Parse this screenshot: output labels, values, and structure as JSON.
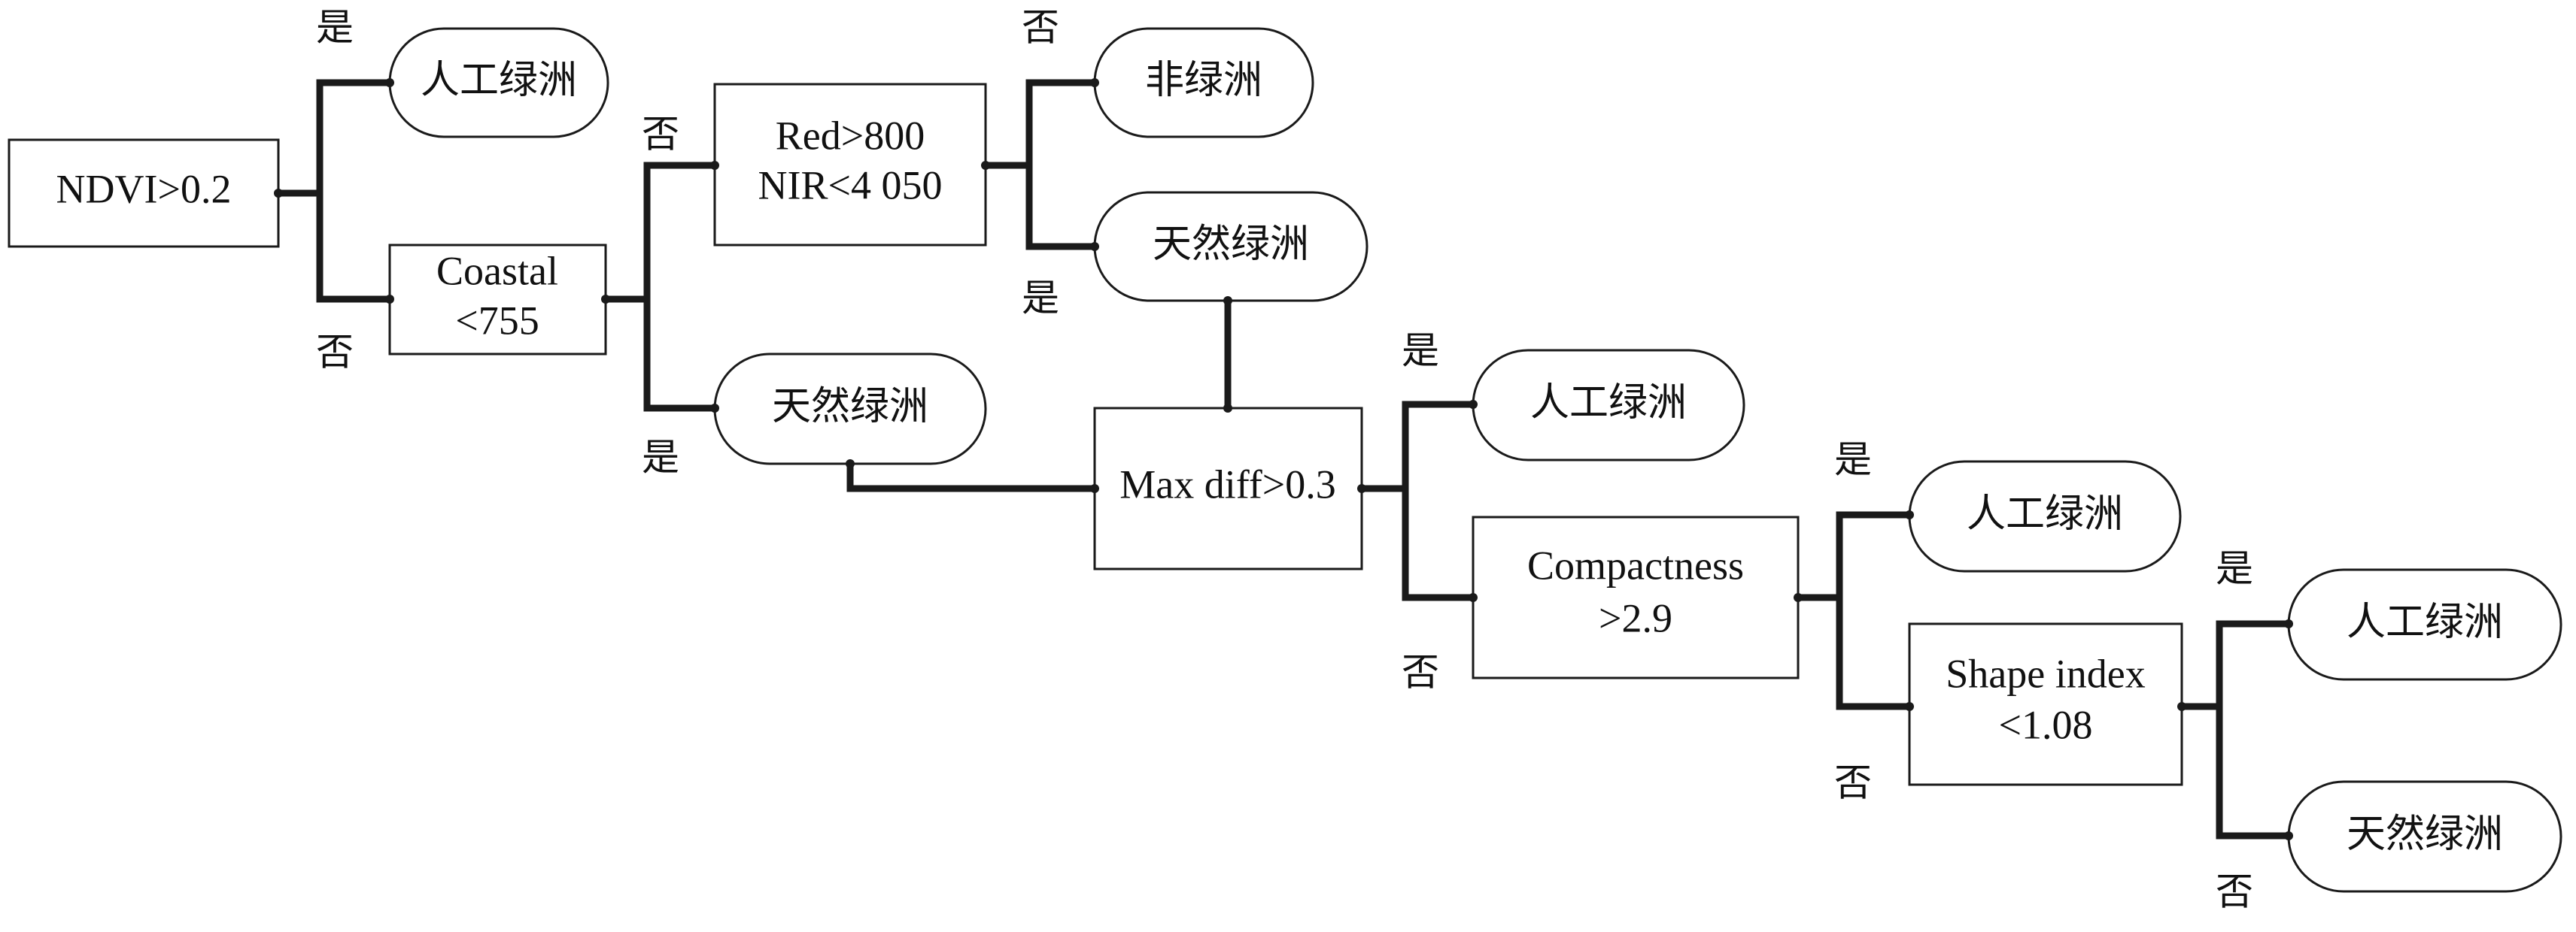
{
  "nodes": {
    "ndvi": {
      "line1": "NDVI>0.2"
    },
    "coastal": {
      "line1": "Coastal",
      "line2": "<755"
    },
    "red_nir": {
      "line1": "Red>800",
      "line2": "NIR<4 050"
    },
    "maxdiff": {
      "line1": "Max diff>0.3"
    },
    "compactness": {
      "line1": "Compactness",
      "line2": ">2.9"
    },
    "shape": {
      "line1": "Shape index",
      "line2": "<1.08"
    }
  },
  "leaves": {
    "artificial_1": "人工绿洲",
    "non_oasis": "非绿洲",
    "natural_1": "天然绿洲",
    "natural_2": "天然绿洲",
    "artificial_2": "人工绿洲",
    "artificial_3": "人工绿洲",
    "artificial_4": "人工绿洲",
    "natural_3": "天然绿洲"
  },
  "edge_labels": {
    "ndvi_yes": "是",
    "ndvi_no": "否",
    "coastal_no": "否",
    "coastal_yes": "是",
    "rednir_no": "否",
    "rednir_yes": "是",
    "maxdiff_yes": "是",
    "maxdiff_no": "否",
    "compact_yes": "是",
    "compact_no": "否",
    "shape_yes": "是",
    "shape_no": "否"
  }
}
